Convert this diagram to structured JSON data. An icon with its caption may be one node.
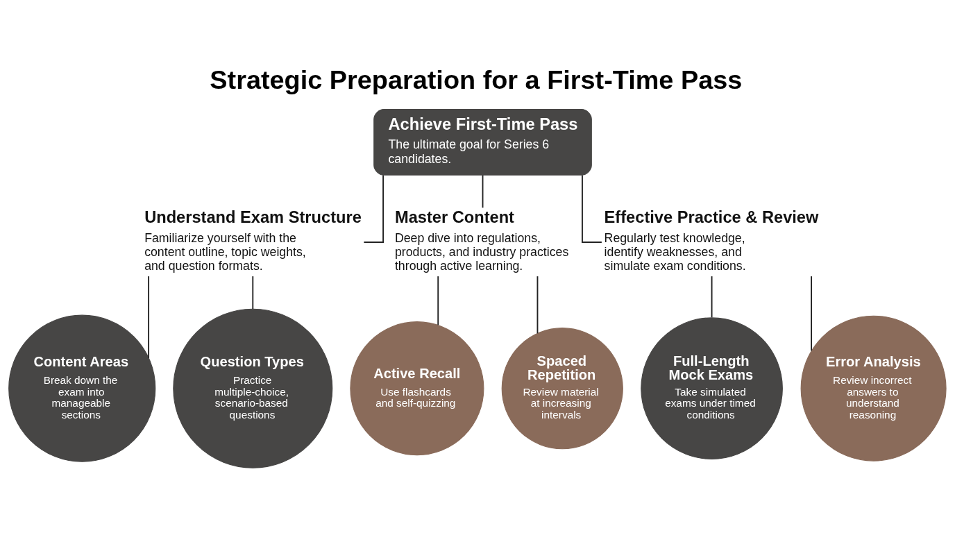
{
  "diagram": {
    "title": "Strategic Preparation for a First-Time Pass",
    "nodes": [
      {
        "text": [
          "Achieve First-Time Pass",
          "The ultimate goal for Series 6 candidates."
        ]
      },
      {
        "text": [
          "Understand Exam Structure",
          "Familiarize yourself with the content outline, topic weights, and question formats."
        ]
      },
      {
        "text": [
          "Master Content",
          "Deep dive into regulations, products, and industry practices through active learning."
        ]
      },
      {
        "text": [
          "Effective Practice & Review",
          "Regularly test knowledge, identify weaknesses, and simulate exam conditions."
        ]
      },
      {
        "text": [
          "Content Areas",
          "Break down the exam into manageable sections"
        ]
      },
      {
        "text": [
          "Question Types",
          "Practice multiple-choice, scenario-based questions"
        ]
      },
      {
        "text": [
          "Active Recall",
          "Use flashcards and self-quizzing"
        ]
      },
      {
        "text": [
          "Spaced Repetition",
          "Review material at increasing intervals"
        ]
      },
      {
        "text": [
          "Full-Length Mock Exams",
          "Take simulated exams under timed conditions"
        ]
      },
      {
        "text": [
          "Error Analysis",
          "Review incorrect answers to understand reasoning"
        ]
      }
    ],
    "edges": [
      {
        "from": 0,
        "to": 1,
        "arrow": "none"
      },
      {
        "from": 0,
        "to": 2,
        "arrow": "none"
      },
      {
        "from": 0,
        "to": 3,
        "arrow": "none"
      },
      {
        "from": 1,
        "to": 4,
        "arrow": "none"
      },
      {
        "from": 1,
        "to": 5,
        "arrow": "none"
      },
      {
        "from": 2,
        "to": 6,
        "arrow": "none"
      },
      {
        "from": 2,
        "to": 7,
        "arrow": "none"
      },
      {
        "from": 3,
        "to": 8,
        "arrow": "none"
      },
      {
        "from": 3,
        "to": 9,
        "arrow": "none"
      }
    ]
  }
}
